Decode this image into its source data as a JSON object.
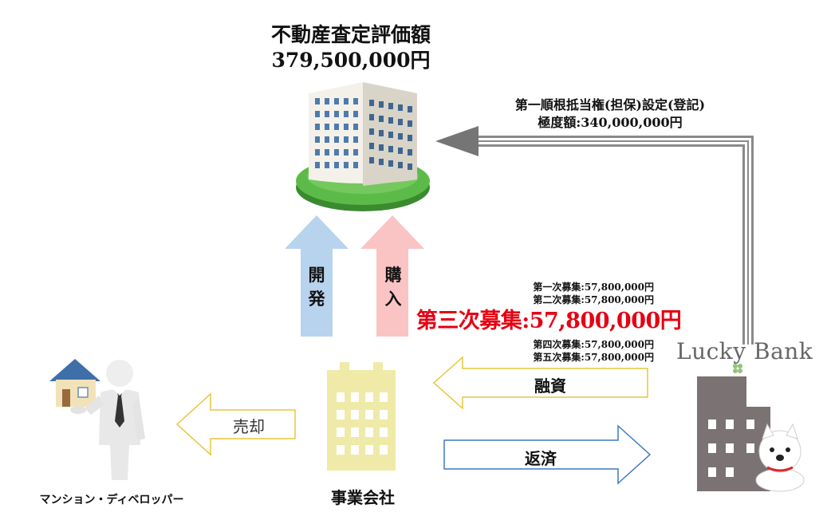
{
  "valuation": {
    "title": "不動産査定評価額",
    "amount": "379,500,000円"
  },
  "lien": {
    "line1": "第一順根抵当権(担保)設定(登記)",
    "line2": "極度額:340,000,000円"
  },
  "rounds": {
    "round1": "第一次募集:57,800,000円",
    "round2": "第二次募集:57,800,000円",
    "round3": "第三次募集:57,800,000円",
    "round4": "第四次募集:57,800,000円",
    "round5": "第五次募集:57,800,000円"
  },
  "arrows": {
    "develop": [
      "開",
      "発"
    ],
    "purchase": [
      "購",
      "入"
    ],
    "loan": "融資",
    "repay": "返済",
    "sale": "売却"
  },
  "entities": {
    "company": "事業会社",
    "developer": "マンション・ディベロッパー",
    "bank_logo": "Lucky Bank"
  },
  "colors": {
    "highlight": "#e60012",
    "develop_arrow": "#b8d3ee",
    "purchase_arrow": "#fbc4c4",
    "loan_arrow_border": "#e8c53a",
    "repay_arrow_border": "#3d78c4",
    "sale_arrow_border": "#e8c53a",
    "company_building": "#efeaa8",
    "bank_building": "#7b7273",
    "platform": "#4fae3f"
  }
}
